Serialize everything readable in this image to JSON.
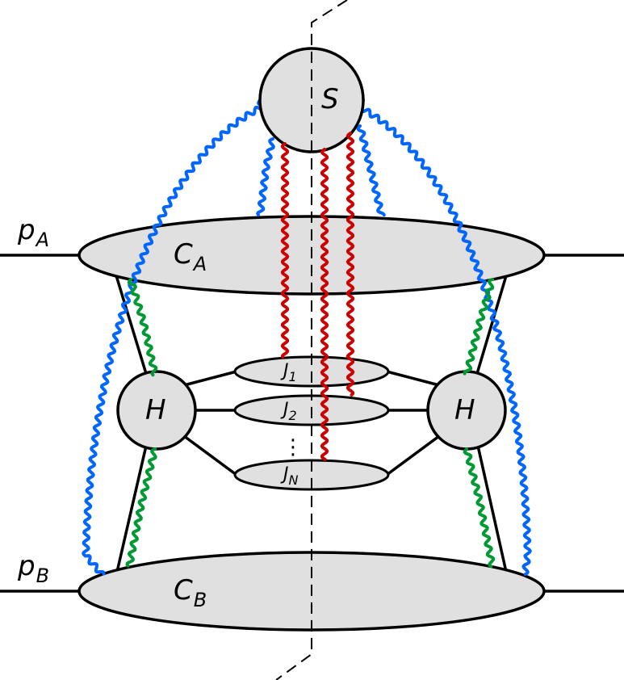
{
  "colors": {
    "glauber": "#cc0000",
    "soft": "#0066ff",
    "collinear": "#009933",
    "blob_fill": "#e0e0e0"
  },
  "labels": {
    "pA": {
      "main": "p",
      "sub": "A"
    },
    "pB": {
      "main": "p",
      "sub": "B"
    },
    "S": "S",
    "CA": {
      "main": "C",
      "sub": "A"
    },
    "CB": {
      "main": "C",
      "sub": "B"
    },
    "H_left": "H",
    "H_right": "H",
    "J1": {
      "main": "J",
      "sub": "1"
    },
    "J2": {
      "main": "J",
      "sub": "2"
    },
    "JN": {
      "main": "J",
      "sub": "N"
    },
    "dots": "⋮"
  }
}
